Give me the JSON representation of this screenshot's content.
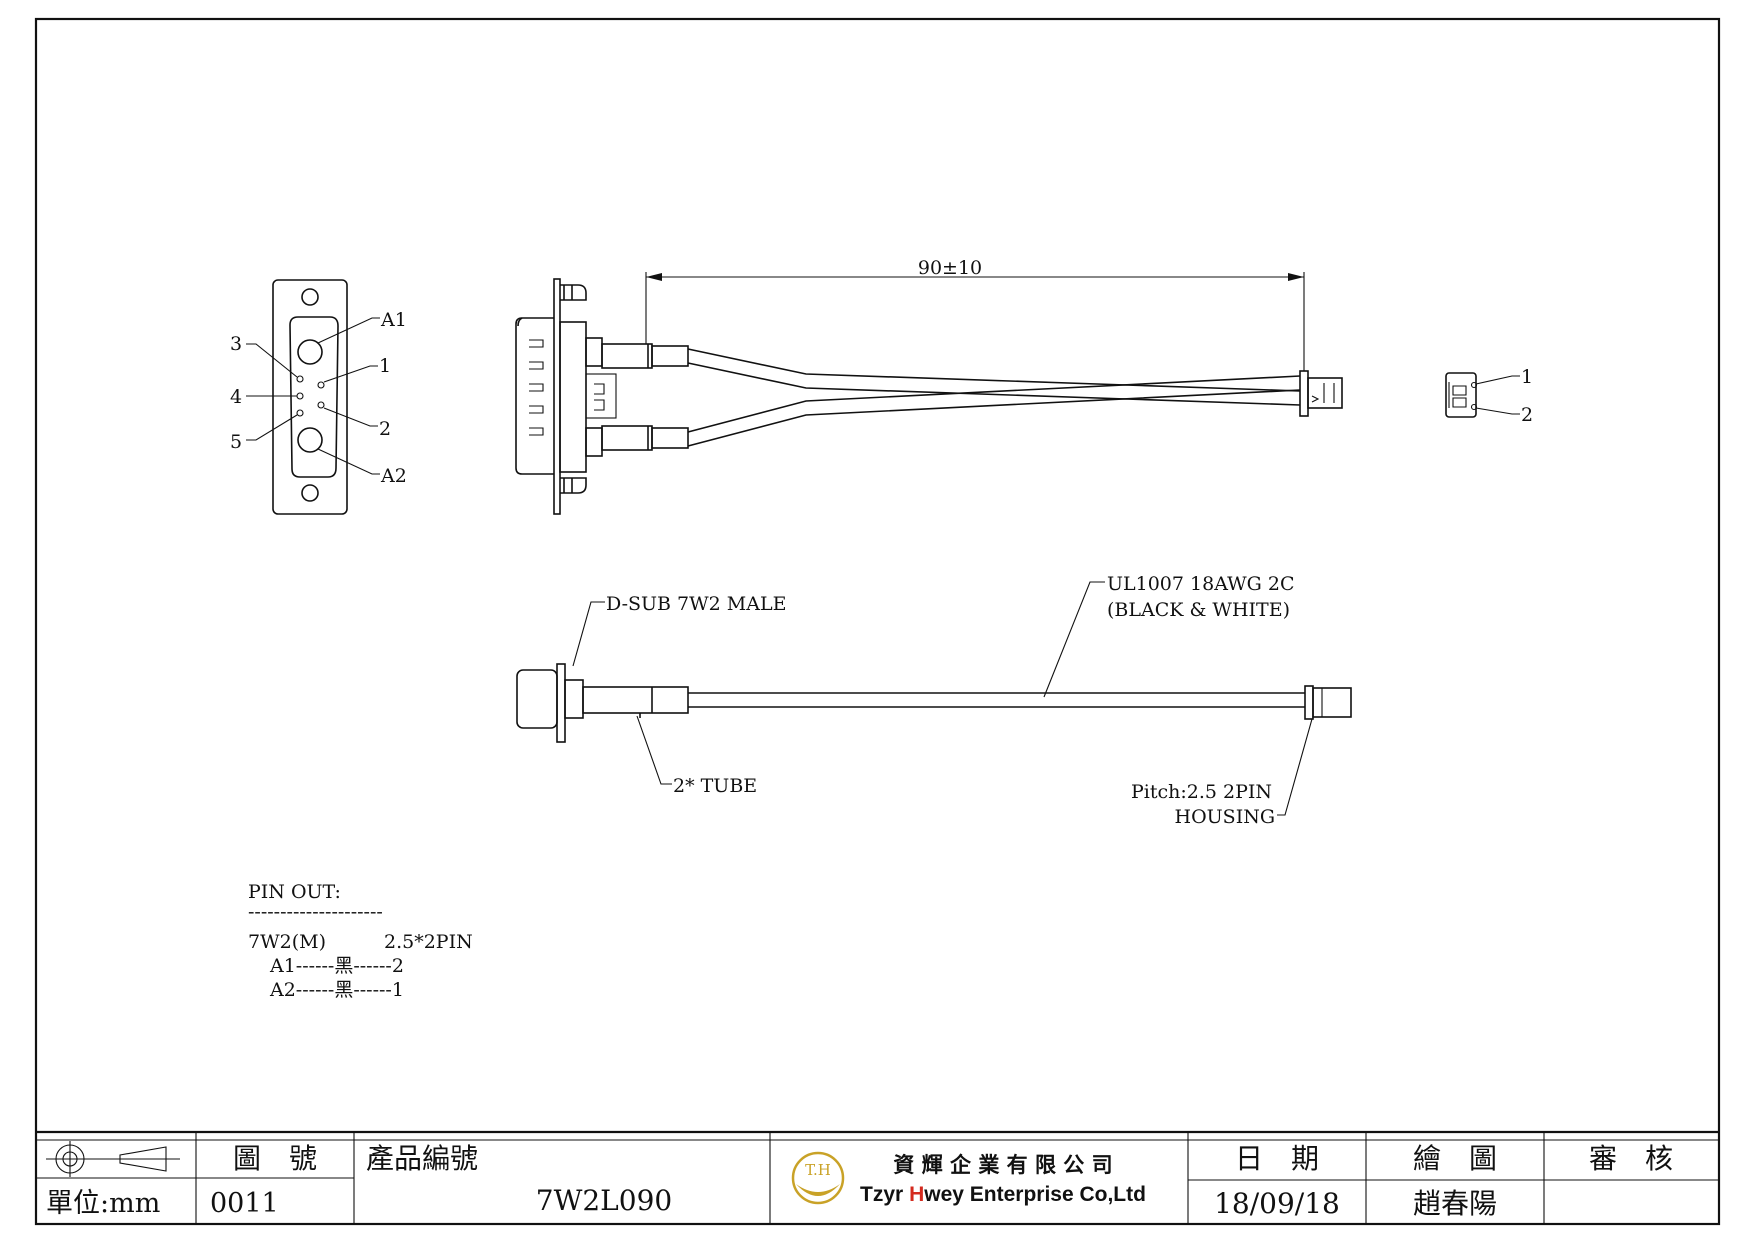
{
  "colors": {
    "ink": "#111111",
    "paper": "#ffffff",
    "logo_gold": "#c9a227",
    "logo_red": "#d42a1e"
  },
  "face_view": {
    "labels": {
      "a1": "A1",
      "a2": "A2",
      "p1": "1",
      "p2": "2",
      "p3": "3",
      "p4": "4",
      "p5": "5"
    }
  },
  "top_view": {
    "dimension": "90±10"
  },
  "housing_view": {
    "labels": {
      "p1": "1",
      "p2": "2"
    }
  },
  "side_view": {
    "callouts": {
      "connector": "D-SUB 7W2 MALE",
      "cable_line1": "UL1007 18AWG 2C",
      "cable_line2": "(BLACK & WHITE)",
      "tube": "2* TUBE",
      "housing_line1": "Pitch:2.5 2PIN",
      "housing_line2": "HOUSING"
    }
  },
  "pinout": {
    "title": "PIN OUT:",
    "divider": "---------------------",
    "header_left": "7W2(M)",
    "header_right": "2.5*2PIN",
    "rows": [
      "A1------黑------2",
      "A2------黑------1"
    ]
  },
  "title_block": {
    "drawing_no_label": "圖　號",
    "drawing_no": "0011",
    "product_no_label": "產品編號",
    "product_no": "7W2L090",
    "unit": "單位:mm",
    "logo_mark": "T.H",
    "company_cn": "資 輝 企 業 有 限 公 司",
    "company_en_part1": "Tzyr ",
    "company_en_h": "H",
    "company_en_part2": "wey Enterprise Co,Ltd",
    "date_label": "日　期",
    "date": "18/09/18",
    "drawn_label": "繪　圖",
    "drawn_by": "趙春陽",
    "review_label": "審　核",
    "reviewer": ""
  }
}
